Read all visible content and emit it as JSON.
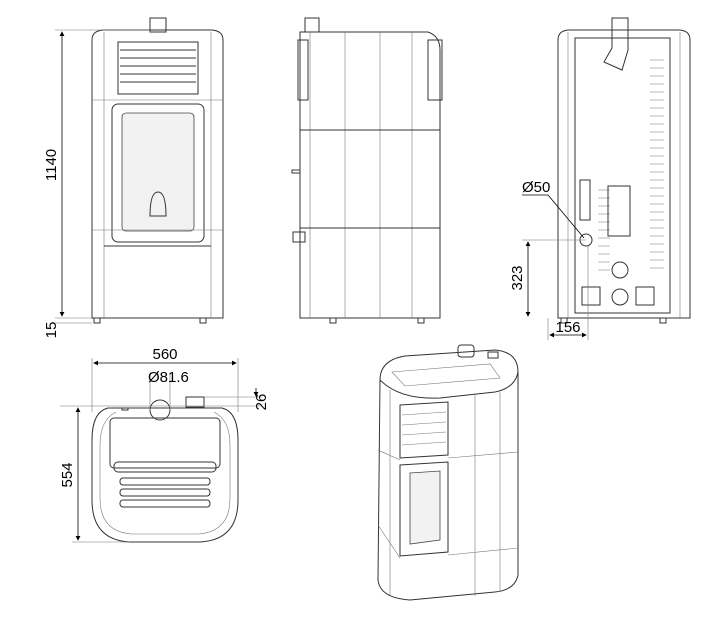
{
  "title": "Pellet stove dimensional drawing",
  "views": [
    "front",
    "side",
    "back",
    "top",
    "perspective"
  ],
  "dimensions": {
    "height": "1140",
    "foot": "15",
    "air_inlet_diameter": "Ø50",
    "air_inlet_height": "323",
    "air_inlet_offset": "156",
    "width": "560",
    "flue_diameter": "Ø81.6",
    "flue_offset": "26",
    "depth": "554"
  }
}
